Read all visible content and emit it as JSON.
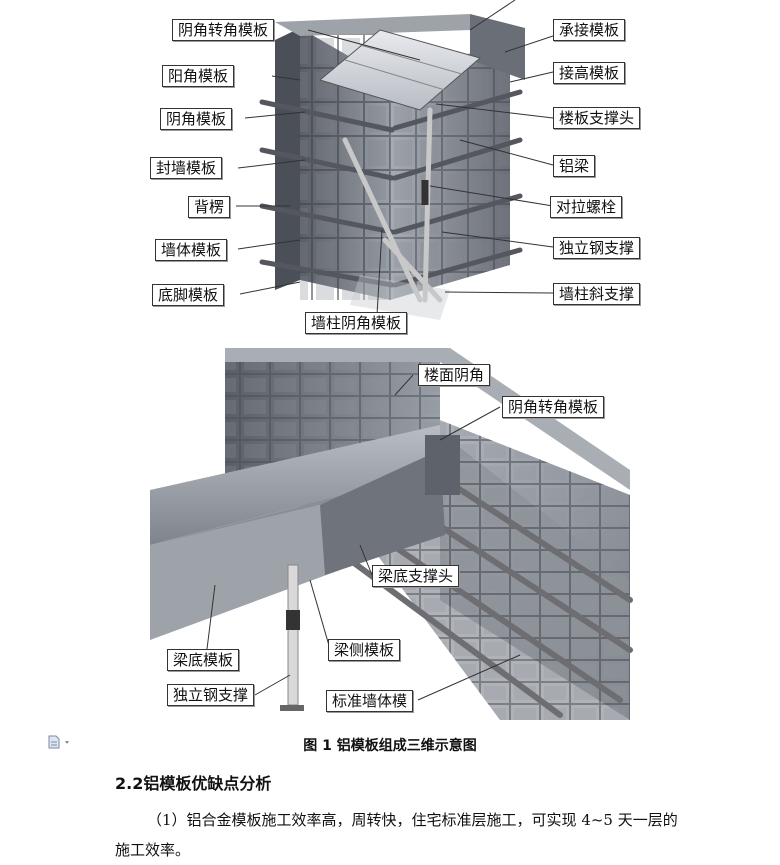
{
  "figure": {
    "top_labels": {
      "yinjiao_zhuanjiao": "阴角转角模板",
      "yangjiao": "阳角模板",
      "yinjiao": "阴角模板",
      "fengqiang": "封墙模板",
      "beileng": "背楞",
      "qiangti": "墙体模板",
      "dijiao": "底脚模板",
      "chengjie": "承接模板",
      "jiegao": "接高模板",
      "louban_zhichengtou": "楼板支撑头",
      "lvliang": "铝梁",
      "duila_luoshuan": "对拉螺栓",
      "duli_gangzhicheng": "独立钢支撑",
      "qiangzhu_xiezhicheng": "墙柱斜支撑",
      "qiangzhu_yinjiao": "墙柱阴角模板"
    },
    "bottom_labels": {
      "loumian_yinjiao": "楼面阴角",
      "yinjiao_zhuanjiao": "阴角转角模板",
      "liangdi_zhichengtou": "梁底支撑头",
      "liangdi": "梁底模板",
      "liangce": "梁侧模板",
      "duli_gangzhicheng": "独立钢支撑",
      "biaozhun_qiangti": "标准墙体模"
    },
    "caption": "图 1  铝模板组成三维示意图"
  },
  "section": {
    "title": "2.2铝模板优缺点分析",
    "paragraph": "（1）铝合金模板施工效率高，周转快，住宅标准层施工，可实现 4~5 天一层的施工效率。"
  },
  "colors": {
    "metal_light": "#c9ccd2",
    "metal_mid": "#8e939c",
    "metal_dark": "#50545c",
    "rail": "#6e6e72"
  },
  "icons": {
    "margin_icon": "document-icon"
  }
}
